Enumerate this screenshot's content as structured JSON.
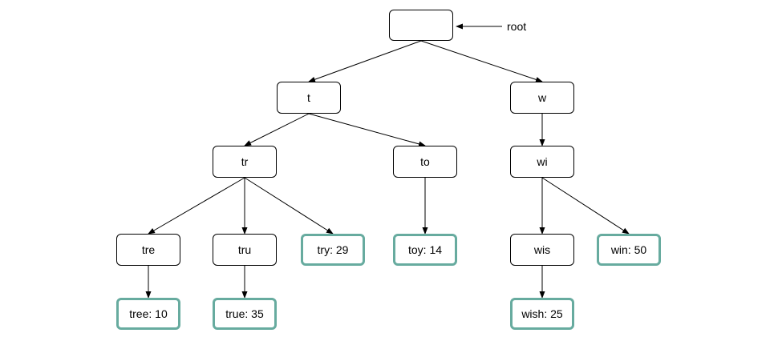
{
  "root_label": "root",
  "colors": {
    "terminal_border": "#67ab9f",
    "internal_border": "#000000",
    "edge": "#000000"
  },
  "nodes": {
    "root": {
      "label": "",
      "type": "internal"
    },
    "t": {
      "label": "t",
      "type": "internal"
    },
    "w": {
      "label": "w",
      "type": "internal"
    },
    "tr": {
      "label": "tr",
      "type": "internal"
    },
    "to": {
      "label": "to",
      "type": "internal"
    },
    "wi": {
      "label": "wi",
      "type": "internal"
    },
    "tre": {
      "label": "tre",
      "type": "internal"
    },
    "tru": {
      "label": "tru",
      "type": "internal"
    },
    "try": {
      "label": "try: 29",
      "type": "terminal"
    },
    "toy": {
      "label": "toy: 14",
      "type": "terminal"
    },
    "wis": {
      "label": "wis",
      "type": "internal"
    },
    "win": {
      "label": "win: 50",
      "type": "terminal"
    },
    "tree": {
      "label": "tree: 10",
      "type": "terminal"
    },
    "true": {
      "label": "true: 35",
      "type": "terminal"
    },
    "wish": {
      "label": "wish: 25",
      "type": "terminal"
    }
  },
  "edges": [
    [
      "root",
      "t"
    ],
    [
      "root",
      "w"
    ],
    [
      "t",
      "tr"
    ],
    [
      "t",
      "to"
    ],
    [
      "w",
      "wi"
    ],
    [
      "tr",
      "tre"
    ],
    [
      "tr",
      "tru"
    ],
    [
      "tr",
      "try"
    ],
    [
      "to",
      "toy"
    ],
    [
      "wi",
      "wis"
    ],
    [
      "wi",
      "win"
    ],
    [
      "tre",
      "tree"
    ],
    [
      "tru",
      "true"
    ],
    [
      "wis",
      "wish"
    ]
  ]
}
